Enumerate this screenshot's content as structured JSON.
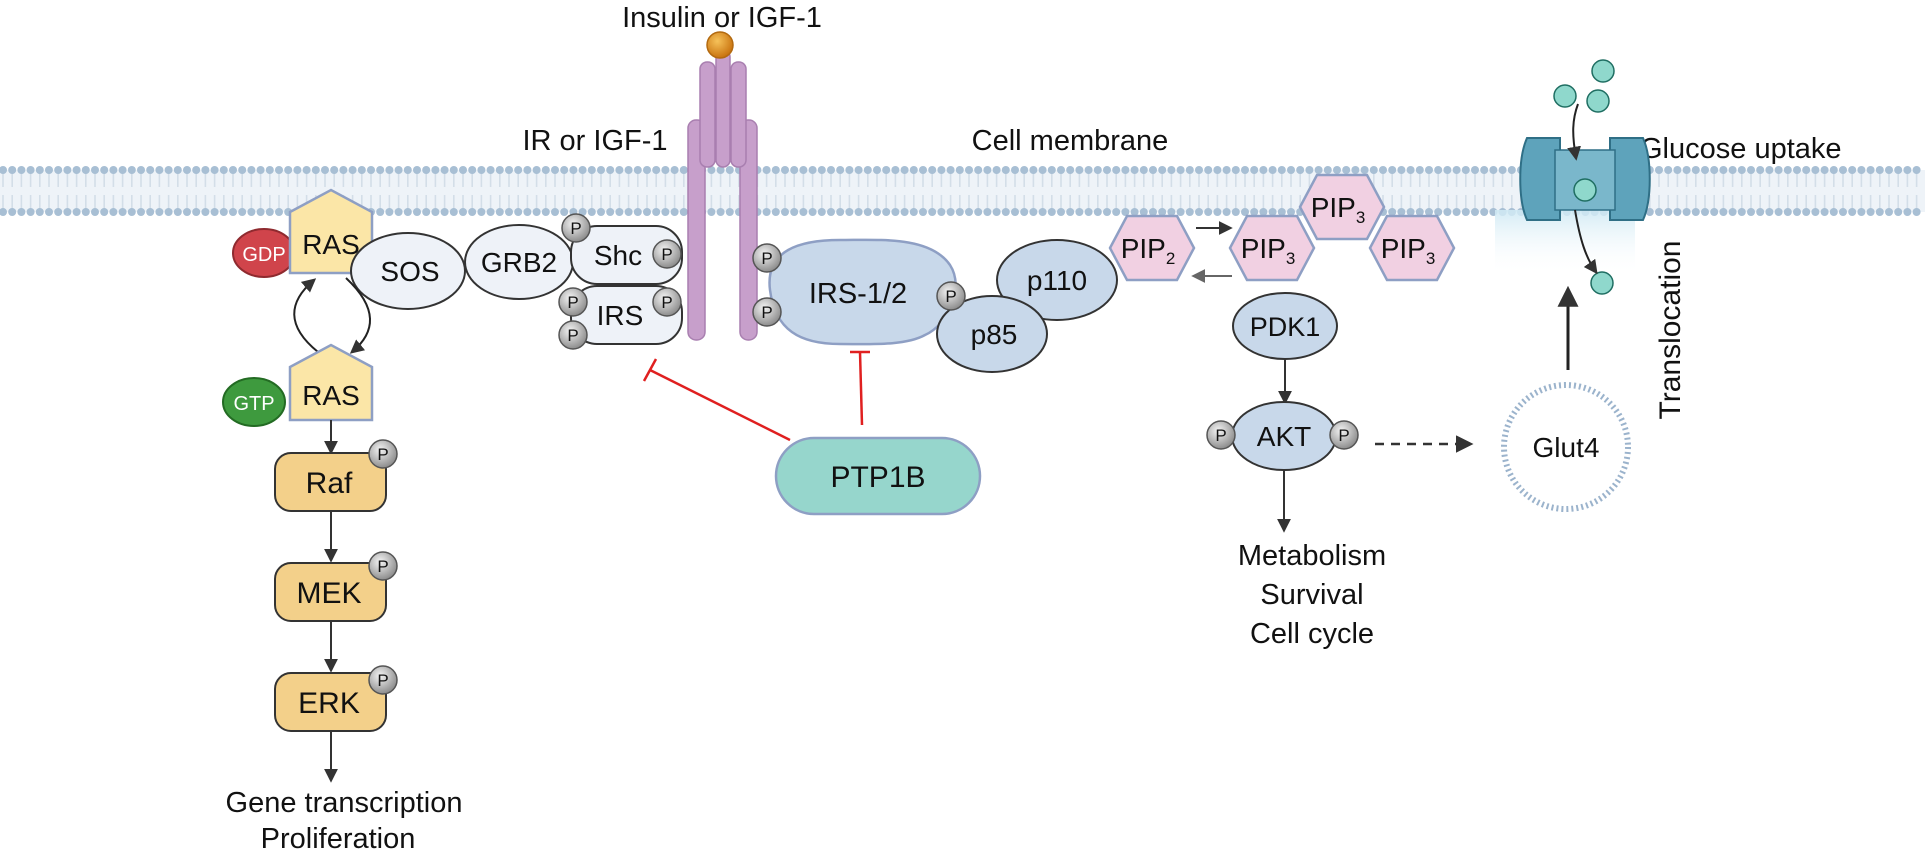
{
  "labels": {
    "ligand": "Insulin or IGF-1",
    "receptor": "IR or IGF-1",
    "membrane": "Cell membrane",
    "glucose_uptake": "Glucose uptake",
    "translocation": "Translocation",
    "p": "P"
  },
  "mapk": {
    "gdp": "GDP",
    "gtp": "GTP",
    "ras": "RAS",
    "sos": "SOS",
    "grb2": "GRB2",
    "shc": "Shc",
    "irs": "IRS",
    "raf": "Raf",
    "mek": "MEK",
    "erk": "ERK",
    "outcome_line1": "Gene transcription",
    "outcome_line2": "Proliferation"
  },
  "pi3k": {
    "irs12": "IRS-1/2",
    "p110": "p110",
    "p85": "p85",
    "pip": "PIP",
    "sub2": "2",
    "sub3": "3",
    "pdk1": "PDK1",
    "akt": "AKT",
    "outcome_line1": "Metabolism",
    "outcome_line2": "Survival",
    "outcome_line3": "Cell cycle",
    "glut4": "Glut4"
  },
  "inhibitor": {
    "ptp1b": "PTP1B"
  },
  "colors": {
    "membrane_head": "#a8bfd4",
    "membrane_tail": "#d3dee8",
    "receptor": "#c79fcb",
    "ligand": "#e2911f",
    "kinase_box": "#f3d08a",
    "ras_box": "#fbe6a7",
    "gdp": "#d0444b",
    "gtp": "#3e9a3e",
    "protein": "#c8d8ea",
    "pale_protein": "#eef2f8",
    "pip": "#f1d0e2",
    "ptp1b": "#96d6cc",
    "inhibit_line": "#e02020",
    "channel": "#5ea3bb",
    "glucose": "#8fd8cc"
  }
}
